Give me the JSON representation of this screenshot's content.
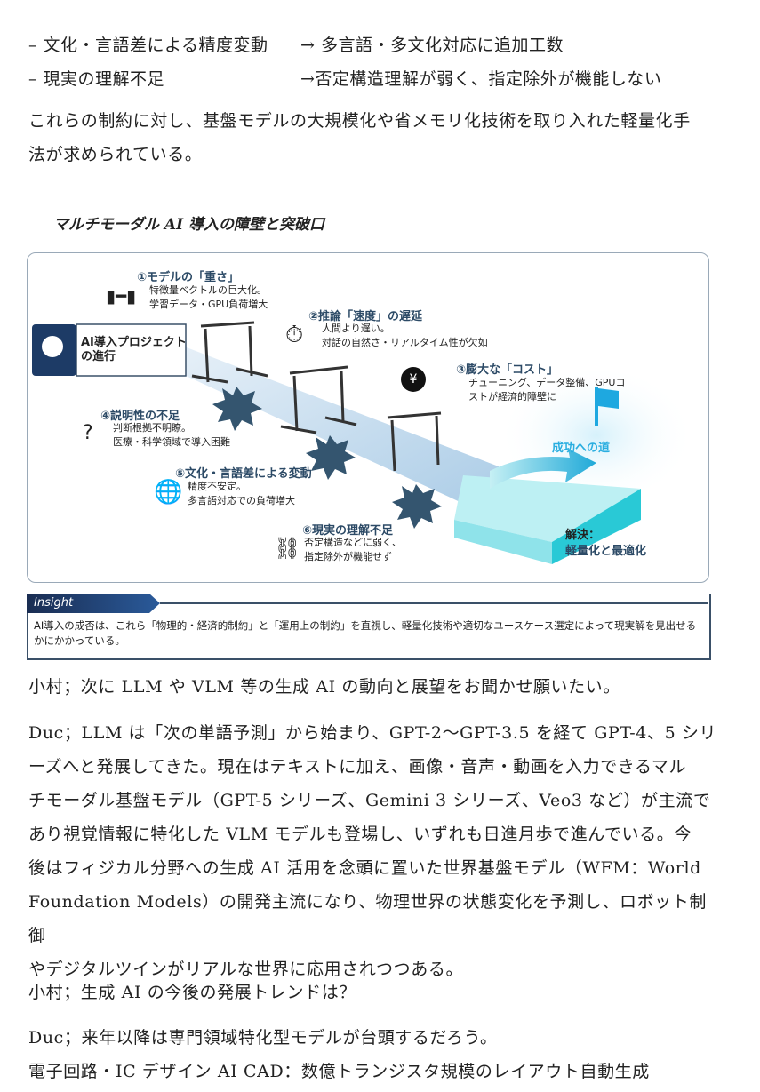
{
  "list": [
    {
      "left": "– 文化・言語差による精度変動",
      "right": "→ 多言語・多文化対応に追加工数"
    },
    {
      "left": "– 現実の理解不足",
      "right": "→否定構造理解が弱く、指定除外が機能しない"
    }
  ],
  "intro_paragraph": [
    "これらの制約に対し、基盤モデルの大規模化や省メモリ化技術を取り入れた軽量化手",
    "法が求められている。"
  ],
  "figure": {
    "caption": "マルチモーダル AI 導入の障壁と突破口",
    "start_label": [
      "AI導入プロジェクト",
      "の進行"
    ],
    "barriers": [
      {
        "title": "①モデルの「重さ」",
        "desc": [
          "特徴量ベクトルの巨大化。",
          "学習データ・GPU負荷増大"
        ],
        "icon": "dumbbell-icon"
      },
      {
        "title": "②推論「速度」の遅延",
        "desc": [
          "人間より遅い。",
          "対話の自然さ・リアルタイム性が欠如"
        ],
        "icon": "stopwatch-icon"
      },
      {
        "title": "③膨大な「コスト」",
        "desc": [
          "チューニング、データ整備、GPUコ",
          "ストが経済的障壁に"
        ],
        "icon": "yen-coins-icon"
      },
      {
        "title": "④説明性の不足",
        "desc": [
          "判断根拠不明瞭。",
          "医療・科学領域で導入困難"
        ],
        "icon": "head-question-icon"
      },
      {
        "title": "⑤文化・言語差による変動",
        "desc": [
          "精度不安定。",
          "多言語対応での負荷増大"
        ],
        "icon": "globe-icon"
      },
      {
        "title": "⑥現実の理解不足",
        "desc": [
          "否定構造などに弱く、",
          "指定除外が機能せず"
        ],
        "icon": "broken-link-icon"
      }
    ],
    "success_label": "成功への道",
    "solution_label": "解決：",
    "solution_text": "軽量化と最適化",
    "colors": {
      "accent": "#2c4a66",
      "cyan": "#29c9d6",
      "flag": "#1ea8e0"
    }
  },
  "insight": {
    "tab": "Insight",
    "text": "AI導入の成否は、これら「物理的・経済的制約」と「運用上の制約」を直視し、軽量化技術や適切なユースケース選定によって現実解を見出せるかにかかっている。"
  },
  "body": [
    {
      "lines": [
        "小村；次に LLM や VLM 等の生成 AI の動向と展望をお聞かせ願いたい。"
      ]
    },
    {
      "lines": [
        "Duc；LLM は「次の単語予測」から始まり、GPT-2～GPT-3.5 を経て GPT-4、5 シリ",
        "ーズへと発展してきた。現在はテキストに加え、画像・音声・動画を入力できるマル",
        "チモーダル基盤モデル（GPT-5 シリーズ、Gemini 3 シリーズ、Veo3 など）が主流で",
        "あり視覚情報に特化した VLM モデルも登場し、いずれも日進月歩で進んでいる。今",
        "後はフィジカル分野への生成 AI 活用を念頭に置いた世界基盤モデル（WFM：World",
        "Foundation Models）の開発主流になり、物理世界の状態変化を予測し、ロボット制御",
        "やデジタルツインがリアルな世界に応用されつつある。"
      ]
    },
    {
      "lines": [
        "小村；生成 AI の今後の発展トレンドは？"
      ]
    },
    {
      "lines": [
        "Duc；来年以降は専門領域特化型モデルが台頭するだろう。",
        "電子回路・IC デザイン AI CAD：数億トランジスタ規模のレイアウト自動生成"
      ]
    }
  ]
}
